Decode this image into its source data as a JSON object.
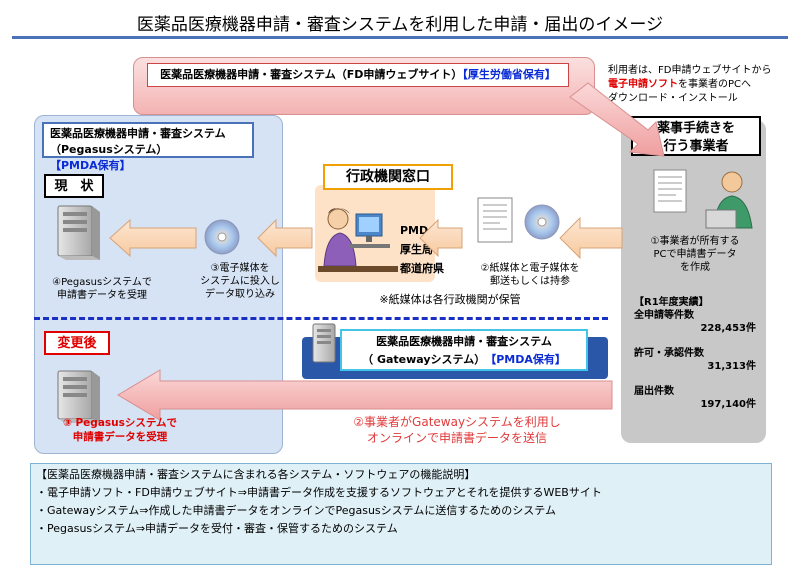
{
  "title": "医薬品医療機器申請・審査システムを利用した申請・届出のイメージ",
  "fd_site": {
    "name": "医薬品医療機器申請・審査システム（FD申請ウェブサイト）",
    "owner": "【厚生労働省保有】"
  },
  "download_note": {
    "line1": "利用者は、FD申請ウェブサイトから",
    "soft": "電子申請ソフト",
    "line2_rest": "を事業者のPCへ",
    "line3": "ダウンロード・インストール"
  },
  "pegasus": {
    "line1": "医薬品医療機器申請・審査システム",
    "line2": "（Pegasusシステム）",
    "owner": "【PMDA保有】"
  },
  "current_label": "現　状",
  "after_label": "変更後",
  "gov": {
    "label": "行政機関窓口",
    "items": [
      "PMDA",
      "厚生局",
      "都道府県"
    ],
    "note": "※紙媒体は各行政機関が保管"
  },
  "steps_current": {
    "step1": [
      "①事業者が所有する",
      "PCで申請書データ",
      "を作成"
    ],
    "step2": [
      "②紙媒体と電子媒体を",
      "郵送もしくは持参"
    ],
    "step3": [
      "③電子媒体を",
      "システムに投入し",
      "データ取り込み"
    ],
    "step4": [
      "④Pegasusシステムで",
      "申請書データを受理"
    ]
  },
  "gateway": {
    "line1": "医薬品医療機器申請・審査システム",
    "line2": "（ Gatewayシステム）",
    "owner": "【PMDA保有】"
  },
  "steps_after": {
    "step2": [
      "②事業者がGatewayシステムを利用し",
      "オンラインで申請書データを送信"
    ],
    "step3": [
      "③ Pegasusシステムで",
      "申請書データを受理"
    ]
  },
  "operator": {
    "label": [
      "薬事手続きを",
      "行う事業者"
    ]
  },
  "stats": {
    "header": "【R1年度実績】",
    "items": [
      {
        "label": "全申請等件数",
        "value": "228,453件"
      },
      {
        "label": "許可・承認件数",
        "value": "31,313件"
      },
      {
        "label": "届出件数",
        "value": "197,140件"
      }
    ]
  },
  "explanation": {
    "header": "【医薬品医療機器申請・審査システムに含まれる各システム・ソフトウェアの機能説明】",
    "lines": [
      "・電子申請ソフト・FD申請ウェブサイト⇒申請書データ作成を支援するソフトウェアとそれを提供するWEBサイト",
      "・Gatewayシステム⇒作成した申請書データをオンラインでPegasusシステムに送信するためのシステム",
      "・Pegasusシステム⇒申請データを受付・審査・保管するためのシステム"
    ]
  },
  "colors": {
    "accent_blue": "#4a72b8",
    "red": "#e00000",
    "gateway_blue": "#2a57a8"
  }
}
